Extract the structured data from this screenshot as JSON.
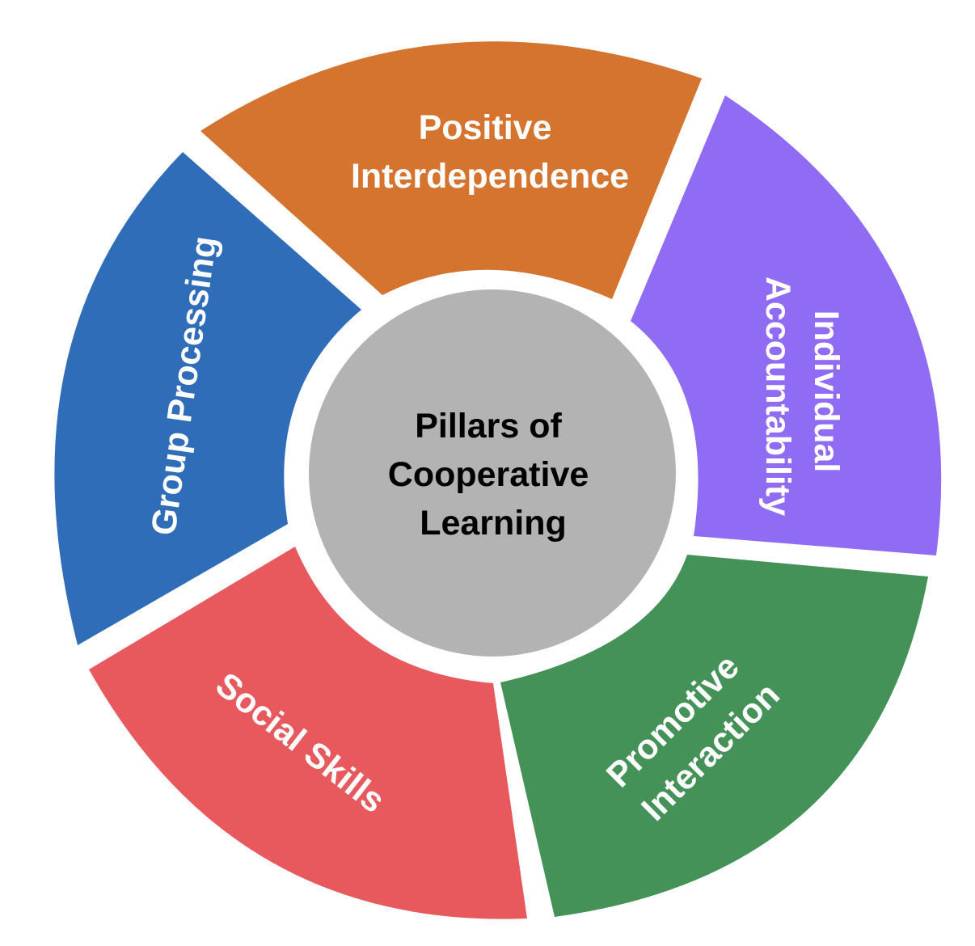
{
  "center": {
    "lines": [
      "Pillars of",
      "Cooperative",
      "Learning"
    ],
    "color": "#b3b3b3"
  },
  "segments": [
    {
      "id": "positive-interdependence",
      "lines": [
        "Positive",
        "Interdependence"
      ],
      "color": "#d5742f"
    },
    {
      "id": "individual-accountability",
      "lines": [
        "Individual",
        "Accountability"
      ],
      "color": "#8f6cf3"
    },
    {
      "id": "promotive-interaction",
      "lines": [
        "Promotive",
        "Interaction"
      ],
      "color": "#449257"
    },
    {
      "id": "social-skills",
      "lines": [
        "Social Skills"
      ],
      "color": "#e8595e"
    },
    {
      "id": "group-processing",
      "lines": [
        "Group Processing"
      ],
      "color": "#2f6db9"
    }
  ]
}
